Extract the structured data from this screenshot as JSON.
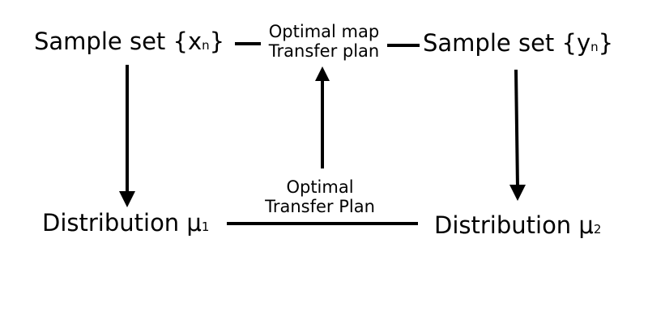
{
  "nodes": {
    "top_left": {
      "text": "Sample set {x",
      "subscript": "n",
      "close": "}"
    },
    "top_right": {
      "text": "Sample set {y",
      "subscript": "n",
      "close": "}"
    },
    "bottom_left": {
      "text": "Distribution μ",
      "subscript": "1"
    },
    "bottom_right": {
      "text": "Distribution μ",
      "subscript": "2"
    }
  },
  "edge_labels": {
    "top": {
      "line1": "Optimal map",
      "line2": "Transfer plan"
    },
    "bottom": {
      "line1": "Optimal",
      "line2": "Transfer Plan"
    }
  },
  "colors": {
    "stroke": "#000000",
    "background": "#ffffff"
  }
}
